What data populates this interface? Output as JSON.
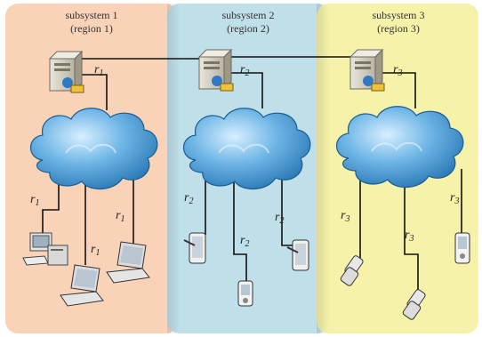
{
  "regions": [
    {
      "title_line1": "subsystem 1",
      "title_line2": "(region 1)",
      "fill": "#f9d3b8",
      "server_link": {
        "main": "r",
        "sub": "1"
      },
      "device_links": [
        {
          "main": "r",
          "sub": "1",
          "device": "desktop-computer"
        },
        {
          "main": "r",
          "sub": "1",
          "device": "laptop"
        },
        {
          "main": "r",
          "sub": "1",
          "device": "laptop"
        }
      ]
    },
    {
      "title_line1": "subsystem 2",
      "title_line2": "(region 2)",
      "fill": "#bcdde8",
      "server_link": {
        "main": "r",
        "sub": "2"
      },
      "device_links": [
        {
          "main": "r",
          "sub": "2",
          "device": "tablet"
        },
        {
          "main": "r",
          "sub": "2",
          "device": "pda"
        },
        {
          "main": "r",
          "sub": "2",
          "device": "tablet"
        }
      ]
    },
    {
      "title_line1": "subsystem 3",
      "title_line2": "(region 3)",
      "fill": "#f6f1a4",
      "server_link": {
        "main": "r",
        "sub": "3"
      },
      "device_links": [
        {
          "main": "r",
          "sub": "3",
          "device": "flip-phone"
        },
        {
          "main": "r",
          "sub": "3",
          "device": "flip-phone"
        },
        {
          "main": "r",
          "sub": "3",
          "device": "pda"
        }
      ]
    }
  ],
  "icons": {
    "server": "server-icon",
    "cloud": "cloud-network-icon"
  },
  "colors": {
    "cloud": "#4f9fd6",
    "wire": "#111111"
  }
}
